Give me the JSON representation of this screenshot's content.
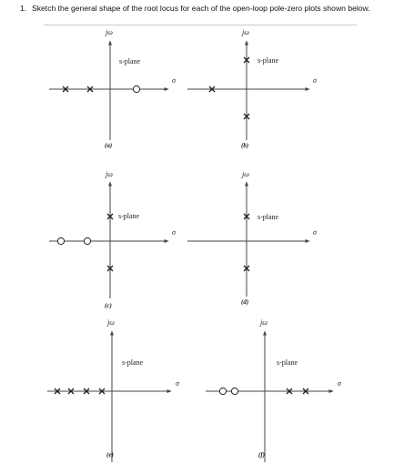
{
  "question": {
    "number": "1.",
    "text": "Sketch the general shape of the root locus for each of the open-loop pole-zero plots shown below."
  },
  "plots": [
    {
      "caption": "(a)",
      "vertical_axis": "jω",
      "horizontal_axis": "σ",
      "plane_label": "s-plane"
    },
    {
      "caption": "(b)",
      "vertical_axis": "jω",
      "horizontal_axis": "σ",
      "plane_label": "s-plane"
    },
    {
      "caption": "(c)",
      "vertical_axis": "jω",
      "horizontal_axis": "σ",
      "plane_label": "s-plane"
    },
    {
      "caption": "(d)",
      "vertical_axis": "jω",
      "horizontal_axis": "σ",
      "plane_label": "s-plane"
    },
    {
      "caption": "(e)",
      "vertical_axis": "jω",
      "horizontal_axis": "σ",
      "plane_label": "s-plane"
    },
    {
      "caption": "(f)",
      "vertical_axis": "jω",
      "horizontal_axis": "σ",
      "plane_label": "s-plane"
    }
  ]
}
